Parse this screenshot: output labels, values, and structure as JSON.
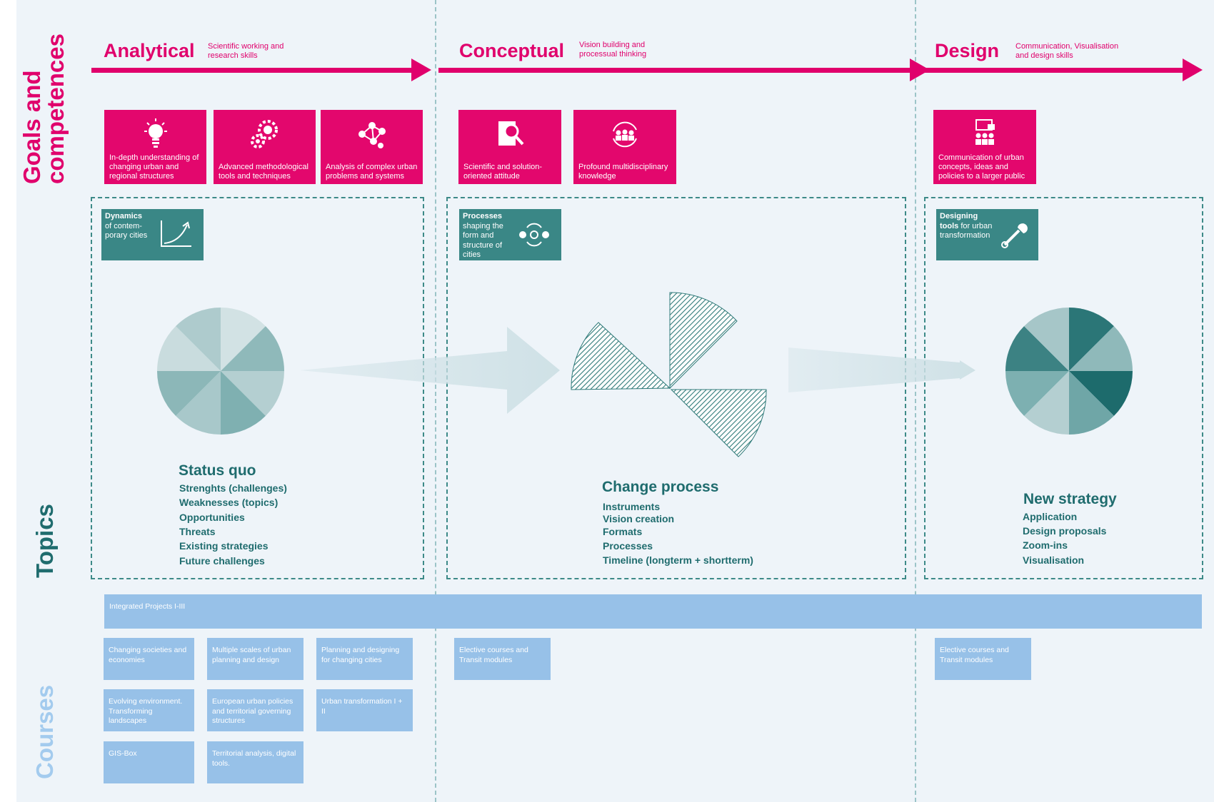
{
  "side_labels": {
    "goals": "Goals and competences",
    "topics": "Topics",
    "courses": "Courses"
  },
  "phases": [
    {
      "title": "Analytical",
      "subtitle": "Scientific working and research skills"
    },
    {
      "title": "Conceptual",
      "subtitle": "Vision building and processual thinking"
    },
    {
      "title": "Design",
      "subtitle": "Communication, Visualisation and design skills"
    }
  ],
  "goals": [
    {
      "icon": "lightbulb-icon",
      "text": "In-depth understanding of changing urban and regional structures"
    },
    {
      "icon": "gears-icon",
      "text": "Advanced methodological tools and techniques"
    },
    {
      "icon": "network-icon",
      "text": "Analysis of complex urban problems and systems"
    },
    {
      "icon": "document-search-icon",
      "text": "Scientific and solution-oriented attitude"
    },
    {
      "icon": "team-cycle-icon",
      "text": "Profound multidisciplinary knowledge"
    },
    {
      "icon": "presentation-icon",
      "text": "Communication of urban concepts, ideas and policies to a larger public"
    }
  ],
  "topics": [
    {
      "bold": "Dynamics",
      "rest": "of contem-porary cities",
      "icon": "growth-curve-icon"
    },
    {
      "bold": "Processes",
      "rest": "shaping the form and structure of cities",
      "icon": "process-circles-icon"
    },
    {
      "bold": "Designing tools",
      "rest": "for urban transformation",
      "icon": "wrench-icon"
    }
  ],
  "sections": [
    {
      "title": "Status quo",
      "items": [
        "Strenghts (challenges)",
        "Weaknesses (topics)",
        "Opportunities",
        "Threats",
        "Existing strategies",
        "Future challenges"
      ]
    },
    {
      "title": "Change process",
      "items": [
        "Instruments",
        "Vision creation",
        "Formats",
        "Processes",
        "Timeline (longterm + shortterm)"
      ]
    },
    {
      "title": "New strategy",
      "items": [
        "Application",
        "Design proposals",
        "Zoom-ins",
        "Visualisation"
      ]
    }
  ],
  "courses": {
    "integrated": "Integrated Projects I-III",
    "analytical": [
      "Changing societies and economies",
      "Multiple scales of urban planning and design",
      "Planning and designing for changing cities",
      "Evolving environment. Transforming landscapes",
      "European urban policies and territorial governing structures",
      "Urban transformation I + II",
      "GIS-Box",
      "Territorial analysis, digital tools."
    ],
    "conceptual": "Elective courses and Transit modules",
    "design": "Elective courses and Transit modules"
  },
  "colors": {
    "magenta": "#e0006c",
    "teal": "#3a8786",
    "teal_text": "#1f6c6e",
    "course_blue": "#97c1e8",
    "background": "#eef4f9"
  }
}
